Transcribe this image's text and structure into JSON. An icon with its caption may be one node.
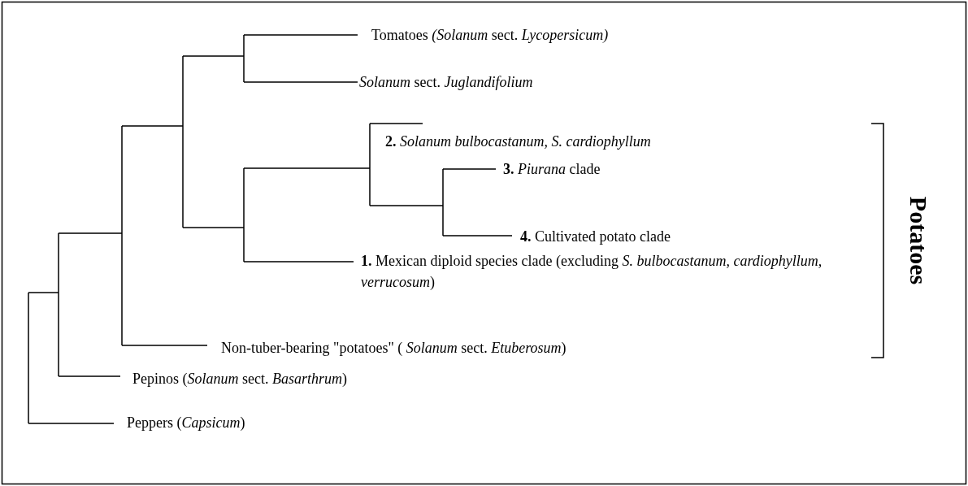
{
  "diagram": {
    "labels": [
      "Tomatoes *(Solanum* sect. *Lycopersicum)*",
      "*Solanum* sect. *Juglandifolium*",
      "**2.** *Solanum bulbocastanum, S. cardiophyllum*",
      "**3.** *Piurana* clade",
      "**4.** Cultivated potato clade",
      "**1.** Mexican diploid species clade (excluding *S. bulbocastanum, cardiophyllum, verrucosum*)",
      "Non-tuber-bearing \"potatoes\" ( *Solanum* sect. *Etuberosum*)",
      "Pepinos (*Solanum* sect. *Basarthrum*)",
      "Peppers (*Capsicum*)",
      "Potatoes"
    ]
  }
}
